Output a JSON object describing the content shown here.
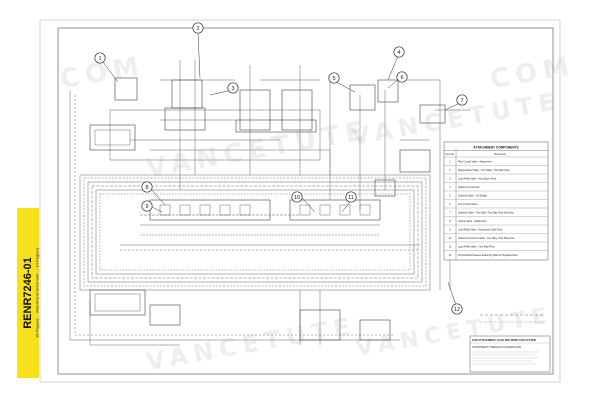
{
  "document": {
    "code": "RENR7246-01",
    "subtitle": "16 Page(s) ... Attachment Schematic ... 14 Page(s)"
  },
  "watermark": {
    "text_a": "VANCETUTE",
    "text_b": "COM"
  },
  "callouts": [
    "1",
    "2",
    "3",
    "4",
    "5",
    "6",
    "7",
    "8",
    "9",
    "10",
    "11",
    "12"
  ],
  "components_table": {
    "title": "ATTACHMENT COMPONENTS",
    "headers": [
      "Item No.",
      "Description"
    ],
    "rows": [
      [
        "1",
        "Pilot Control Valve - Attachment"
      ],
      [
        "2",
        "Bypass Relief Valve - Tool Valve / Two Way Flow"
      ],
      [
        "3",
        "Load Relief Valve - Auto Boom Flow"
      ],
      [
        "4",
        "Attachment Cylinder"
      ],
      [
        "5",
        "Solenoid Valve - Oil Shuttle"
      ],
      [
        "6",
        "Line Control Valve"
      ],
      [
        "7",
        "Solenoid Valve - One Way / Two Way Flow Selection"
      ],
      [
        "8",
        "Control Valve - Attachment"
      ],
      [
        "9",
        "Load Relief Valve - Attachment Stick Flow"
      ],
      [
        "10",
        "Attachment Control Valve - One Way / Two Way Flow"
      ],
      [
        "11",
        "Load Relief Valve - One Way Flow"
      ],
      [
        "12",
        "Proportional Pressure Reducing Valve for Supplied Flow"
      ]
    ]
  },
  "title_block": {
    "line1": "FOR ATTACHMENT, ALSO SEE RENR 7245 SYSTEM",
    "line2": "ATTACHMENT HYDRAULIC SYSTEM PLATE",
    "line3": "",
    "line4": ""
  },
  "colors": {
    "tab": "#f6e11a",
    "line": "#555555",
    "callout_stroke": "#333333"
  }
}
